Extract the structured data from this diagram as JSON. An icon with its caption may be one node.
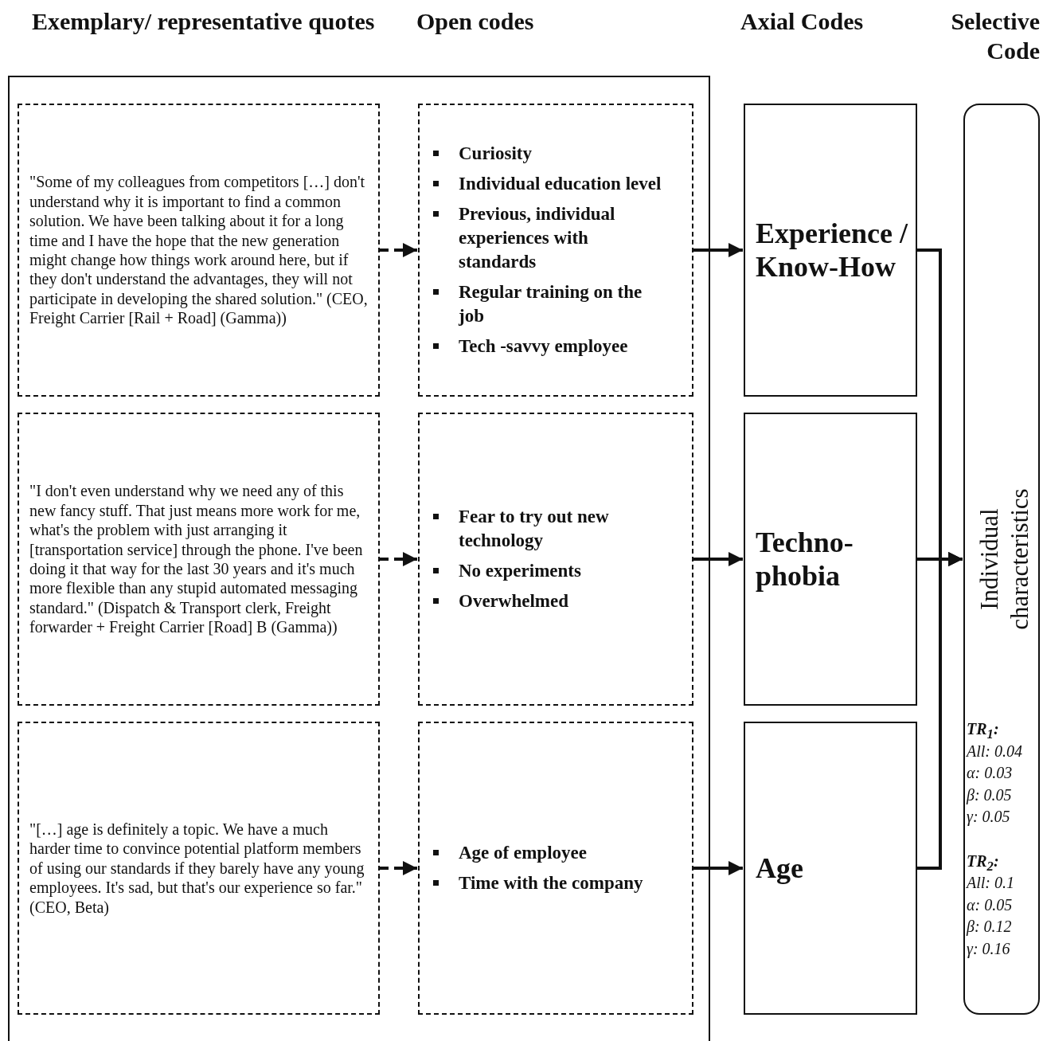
{
  "diagram": {
    "nodes": [
      {
        "text": [],
        "shape": "box"
      },
      {
        "text": [
          "\"Some of my colleagues from competitors […] don't understand why it is important to find a common solution. We have been talking about it for a long time and I have the hope that the new generation might change how things work around here, but if they don't understand the advantages, they will not participate in developing the shared solution.\" (CEO, Freight Carrier [Rail + Road] (Gamma))"
        ],
        "in": 0
      },
      {
        "text": [
          "Curiosity",
          "Individual education level",
          "Previous, individual experiences with standards",
          "Regular training on the job",
          "Tech -savvy employee"
        ],
        "in": 0
      },
      {
        "text": [
          "\"I don't even understand why we need any of this new fancy stuff. That just means more work for me, what's the problem with just arranging it [transportation service] through the phone. I've been doing it that way for the last 30 years and it's much more flexible than any stupid automated messaging standard.\" (Dispatch & Transport clerk, Freight forwarder + Freight Carrier [Road] B (Gamma))"
        ],
        "in": 0
      },
      {
        "text": [
          "Fear to try out new technology",
          "No experiments",
          "Overwhelmed"
        ],
        "in": 0
      },
      {
        "text": [
          "\"[…] age is definitely a topic. We have a much harder time to convince potential platform members of using our standards if they barely have any young employees. It's sad, but that's our experience so far.\" (CEO, Beta)"
        ],
        "in": 0
      },
      {
        "text": [
          "Age of employee",
          "Time with the company"
        ],
        "in": 0
      },
      {
        "text": [
          "Experience / Know-How"
        ]
      },
      {
        "text": [
          "Techno-phobia"
        ]
      },
      {
        "text": [
          "Age"
        ]
      },
      {
        "text": [
          "Individual characteristics",
          "TR$_{1}$:",
          "All: 0.04",
          "α: 0.03",
          "β: 0.05",
          "γ: 0.05",
          "TR$_{2}$:",
          "All: 0.1",
          "α: 0.05",
          "β: 0.12",
          "γ: 0.16"
        ]
      }
    ],
    "edges": [
      {
        "from": 1,
        "to": 2,
        "arrow": "to",
        "style": "dashed"
      },
      {
        "from": 3,
        "to": 4,
        "arrow": "to",
        "style": "dashed"
      },
      {
        "from": 5,
        "to": 6,
        "arrow": "to",
        "style": "dashed"
      },
      {
        "from": 2,
        "to": 7,
        "arrow": "to"
      },
      {
        "from": 4,
        "to": 8,
        "arrow": "to"
      },
      {
        "from": 6,
        "to": 9,
        "arrow": "to"
      },
      {
        "from": 7,
        "to": 10,
        "arrow": "to"
      },
      {
        "from": 8,
        "to": 10,
        "arrow": "to"
      },
      {
        "from": 9,
        "to": 10,
        "arrow": "to"
      }
    ],
    "labels": [
      "Exemplary/ representative quotes",
      "Open codes",
      "Axial Codes",
      "Selective Code"
    ]
  }
}
